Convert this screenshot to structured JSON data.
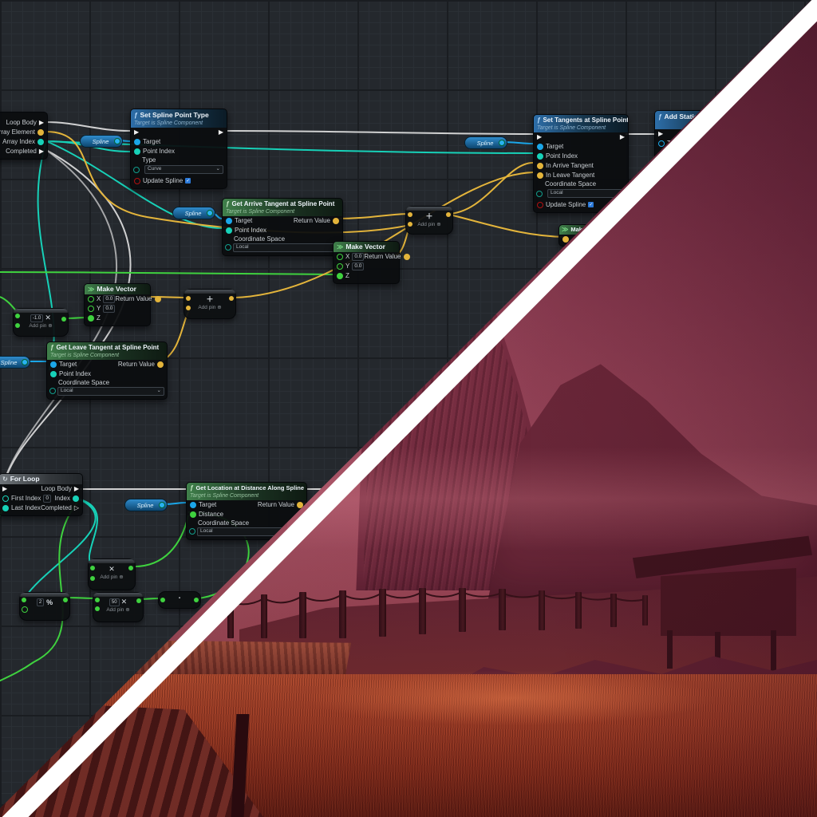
{
  "colors": {
    "exec": "#e2e2e2",
    "object": "#1ba6e8",
    "int": "#17d1b8",
    "float": "#3fd23f",
    "vector": "#e3b43b",
    "bool": "#b01010",
    "enum": "#129e8d",
    "header_impure": "#2d6ea9",
    "header_pure": "#40804b",
    "pill_blue": "#2f8ccc",
    "grid_bg": "#24282d",
    "divider": "#ffffff",
    "photo_tint": "#8c4458"
  },
  "icons": {
    "function": "ƒ",
    "loop": "↻",
    "struct": "≫",
    "chevron": "⌄",
    "add_pin_circle": "⊕",
    "check": "✓",
    "multiply": "✕",
    "plus": "＋",
    "percent": "%",
    "exec_filled": "▶",
    "exec_hollow": "▷",
    "dot": "▪"
  },
  "pills": {
    "spline": "Spline"
  },
  "nodes": {
    "foreach": {
      "outputs": [
        "Loop Body",
        "Array Element",
        "Array Index",
        "Completed"
      ]
    },
    "set_spline_point_type": {
      "title": "Set Spline Point Type",
      "subtitle": "Target is Spline Component",
      "target": "Target",
      "point_index": "Point Index",
      "type_label": "Type",
      "type_value": "Curve",
      "update_label": "Update Spline"
    },
    "set_tangents": {
      "title": "Set Tangents at Spline Point",
      "subtitle": "Target is Spline Component",
      "target": "Target",
      "point_index": "Point Index",
      "in_arrive": "In Arrive Tangent",
      "in_leave": "In Leave Tangent",
      "coord_label": "Coordinate Space",
      "coord_value": "Local",
      "update_label": "Update Spline"
    },
    "add_static_mesh": {
      "title": "Add Static Mesh",
      "target": "Target"
    },
    "get_arrive": {
      "title": "Get Arrive Tangent at Spline Point",
      "subtitle": "Target is Spline Component",
      "target": "Target",
      "point_index": "Point Index",
      "coord_label": "Coordinate Space",
      "coord_value": "Local",
      "return_label": "Return Value"
    },
    "get_leave": {
      "title": "Get Leave Tangent at Spline Point",
      "subtitle": "Target is Spline Component",
      "target": "Target",
      "point_index": "Point Index",
      "coord_label": "Coordinate Space",
      "coord_value": "Local",
      "return_label": "Return Value"
    },
    "get_location": {
      "title": "Get Location at Distance Along Spline",
      "subtitle": "Target is Spline Component",
      "target": "Target",
      "distance": "Distance",
      "coord_label": "Coordinate Space",
      "coord_value": "Local",
      "return_label": "Return Value"
    },
    "make_vector_a": {
      "title": "Make Vector",
      "x": "X",
      "y": "Y",
      "z": "Z",
      "x_value": "0.0",
      "y_value": "0.0",
      "return_label": "Return Value"
    },
    "make_vector_b": {
      "title": "Make Vector",
      "x": "X",
      "y": "Y",
      "z": "Z",
      "x_value": "0.0",
      "y_value": "0.0",
      "return_label": "Return Value"
    },
    "make_vector_c": {
      "title": "Make Ve"
    },
    "for_loop": {
      "title": "For Loop",
      "first_index": "First Index",
      "first_default": "0",
      "last_index": "Last Index",
      "loop_body": "Loop Body",
      "index": "Index",
      "completed": "Completed"
    },
    "math": {
      "add_pin": "Add pin",
      "mul_neg_value": "-1.0",
      "mod_value": "2",
      "mul50_value": "50"
    }
  }
}
